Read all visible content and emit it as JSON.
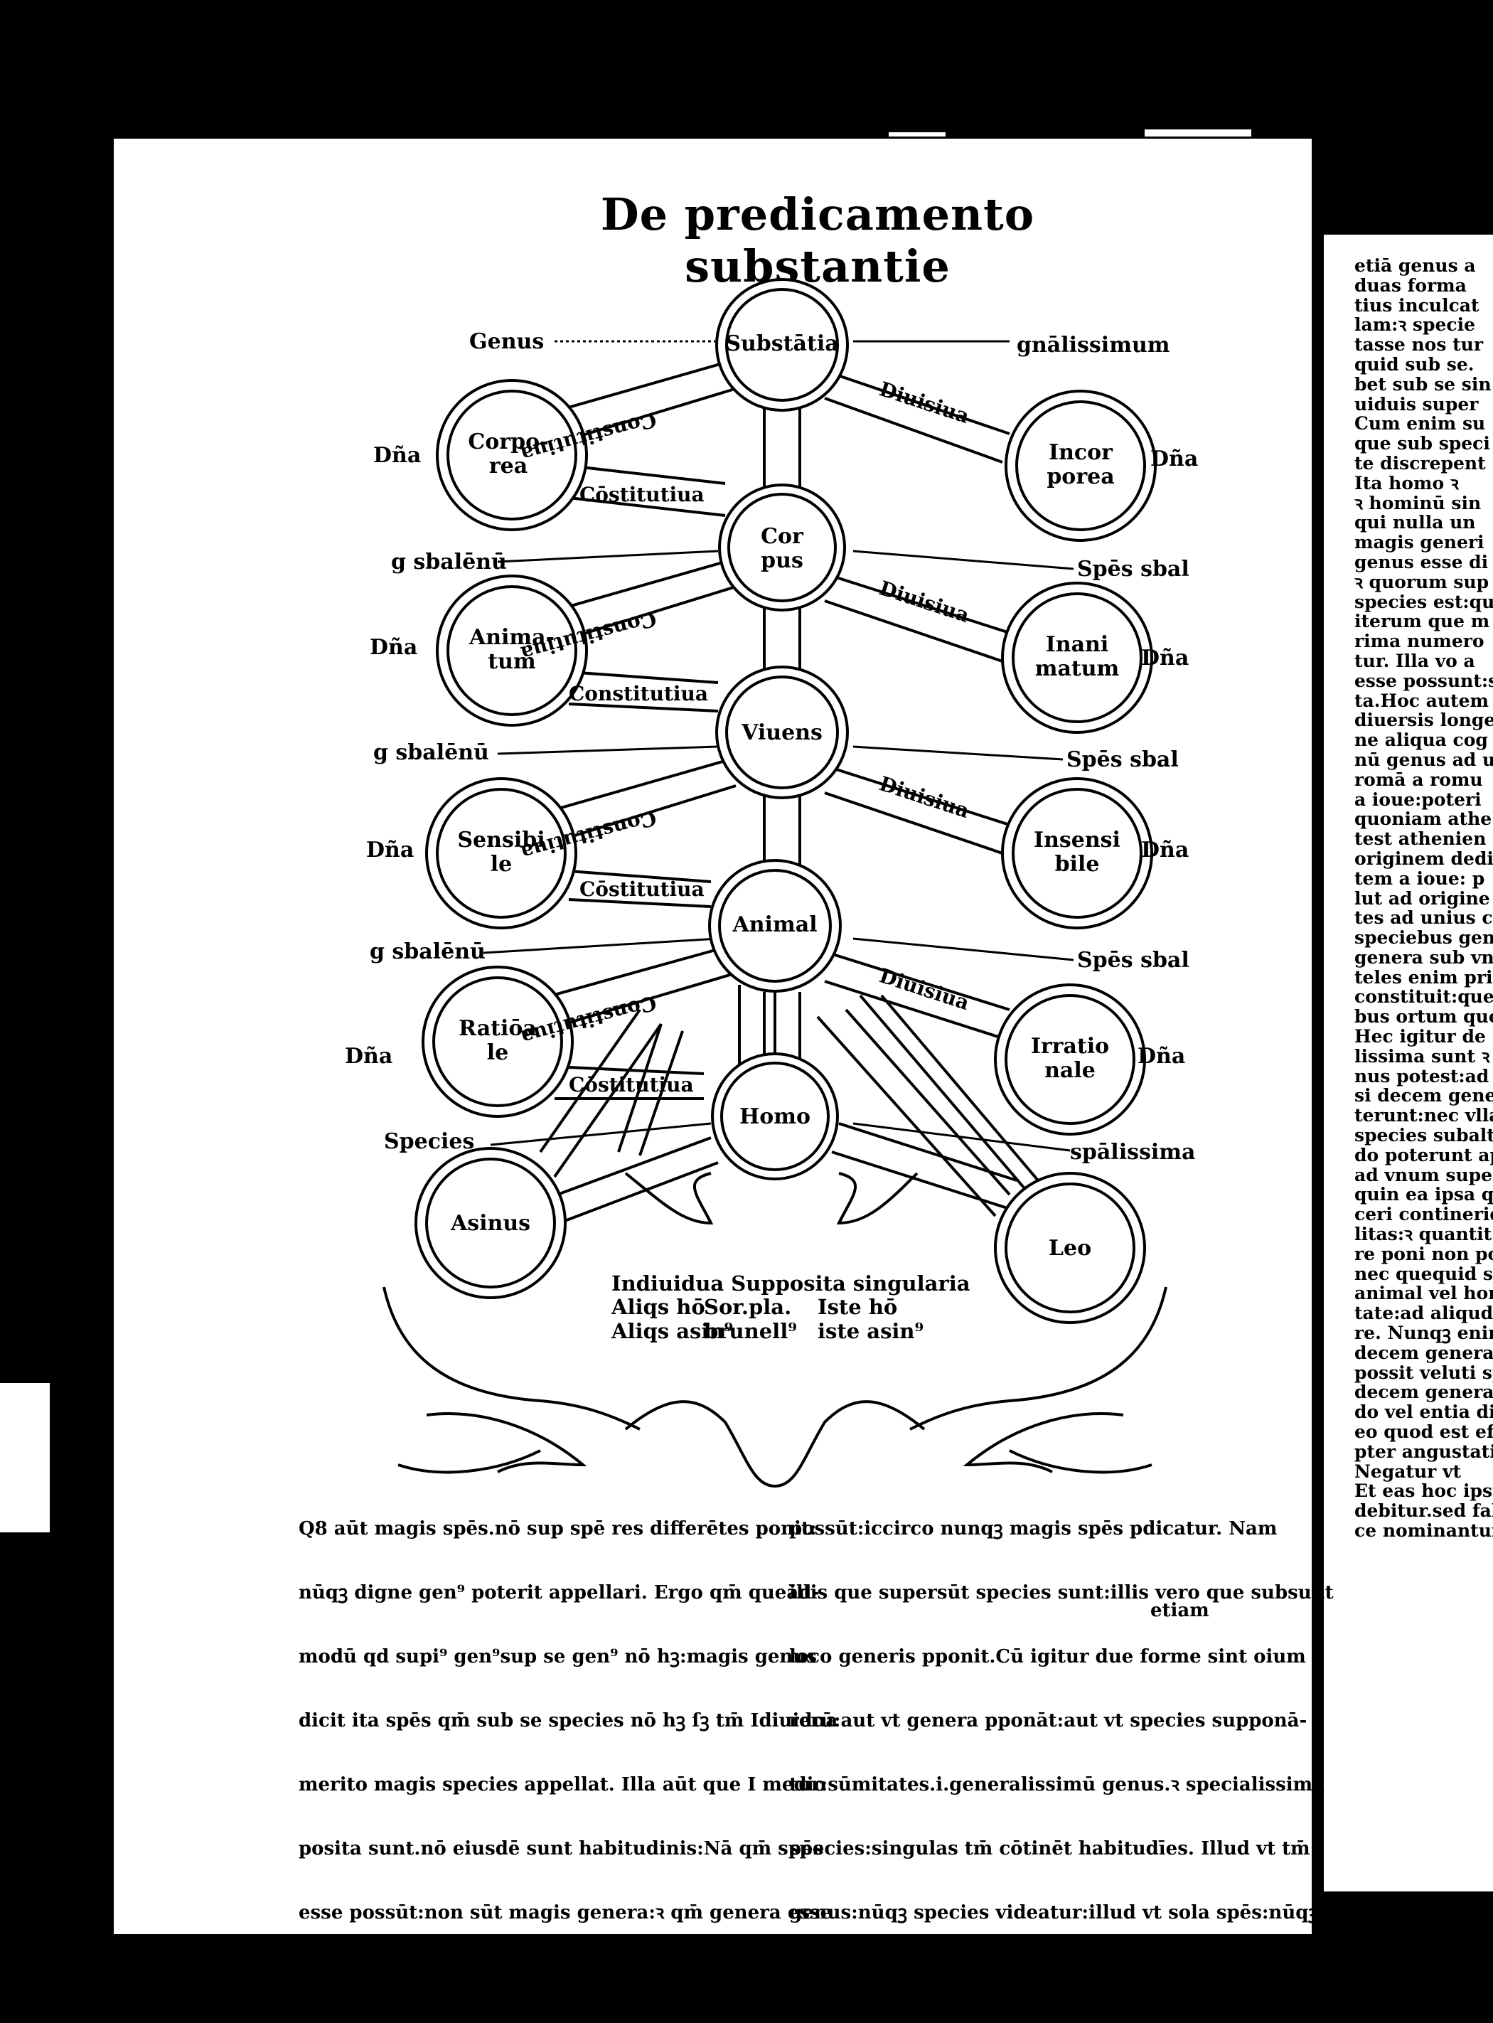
{
  "title": "De predicamento substantie",
  "tree": {
    "nodes": {
      "substantia": "Substātia",
      "corporea": "Corpo- rea",
      "incorporea": "Incor porea",
      "corpus": "Cor pus",
      "animatum": "Anima- tum",
      "inanimatum": "Inani matum",
      "vivens": "Viuens",
      "sensibile": "Sensibi le",
      "insensibile": "Insensi bile",
      "animal": "Animal",
      "rationale": "Ratiōa le",
      "irrationale": "Irratio nale",
      "homo": "Homo",
      "asinus": "Asinus",
      "leo": "Leo"
    },
    "labels": {
      "genus": "Genus",
      "generalissimum": "gnālissimum",
      "differentia": "Dña",
      "constitutiua": "Constitutiua",
      "constitutiua_abbr": "Cōstitutiua",
      "diuisiua": "Diuisiua",
      "species_subalterna": "Spēs sbal",
      "genus_subalternum": "g sbalēnū",
      "species": "Species",
      "specialissima": "spālissima"
    },
    "individua": {
      "line1": "Indiuidua Supposita singularia",
      "line2_left": "Aliqs hō",
      "line2_mid": "Sor.pla.",
      "line2_right": "Iste hō",
      "line3_left": "Aliqs asin⁹",
      "line3_mid": "brunell⁹",
      "line3_right": "iste asin⁹"
    }
  },
  "text_left": [
    "Q8 aūt magis spēs.nō sup spē res differētes ponit:",
    "nūqꝫ digne gen⁹ poterit appellari. Ergo qm̄ queād-",
    "modū qd supi⁹ gen⁹sup se gen⁹ nō hꝫ:magis genus",
    "dicit ita spēs qm̄ sub se species nō hꝫ ſꝫ tm̄ Idiuidua",
    "merito magis species appellat. Illa aūt que I medio",
    "posita sunt.nō eiusdē sunt habitudinis:Nā qm̄ spēs",
    "esse possūt:non sūt magis genera:ꝛ qm̄ genera esse"
  ],
  "text_middle": [
    "possūt:iccirco nunqꝫ magis spēs pdicatur. Nam",
    "illis que supersūt species sunt:illis vero que subsunt",
    "loco generis pponit.Cū igitur due forme sint oium",
    "rerū:aut vt genera pponāt:aut vt species supponā-",
    "tur:sūmitates.i.generalissimū genus.ꝛ specialissima",
    "species:singulas tm̄ cōtinēt habitudīes. Illud vt tm̄",
    "genus:nūqꝫ species videatur:illud vt sola spēs:nūqꝫ"
  ],
  "catchword": "etiam",
  "text_right": [
    "etiā genus a",
    "duas forma",
    "tius inculcat",
    "lam:ꝛ specie",
    "tasse nos tur",
    "quid sub se.",
    "bet sub se sin",
    "uiduis super",
    "Cum enim su",
    "que sub speci",
    "te discrepent",
    "Ita homo ꝛ",
    "ꝛ hominū sin",
    "qui nulla un",
    "magis generi",
    "genus esse di",
    "ꝛ quorum sup",
    "species est:qu",
    "iterum que m",
    "rima numero",
    "tur. Illa vo a",
    "esse possunt:s",
    "ta.Hoc autem",
    "diuersis longe",
    "ne aliqua cog",
    "nū genus ad u",
    "romā a romu",
    "a ioue:poteri",
    "quoniam athe",
    "test athenien",
    "originem dedi",
    "tem a ioue: p",
    "lut ad origine",
    "tes ad unius c",
    "speciebus gen",
    "genera sub vn",
    "teles enim pri",
    "constituit:que",
    "bus ortum quo",
    "Hec igitur de",
    "lissima sunt ꝛ",
    "nus potest:ad",
    "si decem gene",
    "terunt:nec vlla",
    "species subalte",
    "do poterunt ap",
    "ad vnum super",
    "quin ea ipsa q",
    "ceri contineriq",
    "litas:ꝛ quantit",
    "re poni non po",
    "nec quequid su",
    "animal vel hom",
    "tate:ad aliqud",
    "re. Nunqꝫ enim",
    "decem genera",
    "possit veluti sp",
    "decem genera:",
    "do vel entia di",
    "eo quod est effe",
    "pter angustatio",
    "Negatur vt",
    "Et eas hoc ipsu",
    "debitur.sed fals",
    "ce nominantur:"
  ]
}
